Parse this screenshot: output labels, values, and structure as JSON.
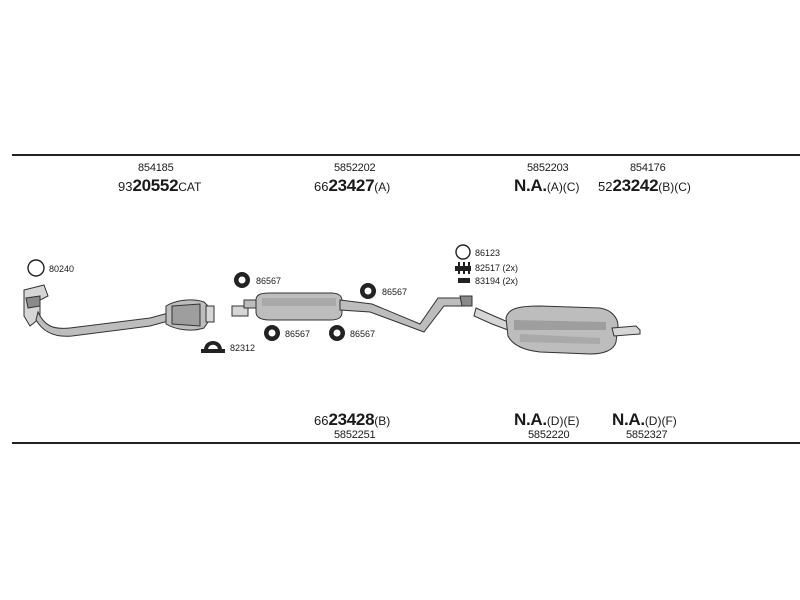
{
  "header_labels": [
    {
      "part": "854185",
      "prefix": "93",
      "code": "20552",
      "suffix": "CAT"
    },
    {
      "part": "5852202",
      "prefix": "66",
      "code": "23427",
      "suffix": "(A)"
    },
    {
      "part": "5852203",
      "prefix": "",
      "code": "N.A.",
      "suffix": "(A)(C)"
    },
    {
      "part": "854176",
      "prefix": "52",
      "code": "23242",
      "suffix": "(B)(C)"
    }
  ],
  "footer_labels": [
    {
      "part": "5852251",
      "prefix": "66",
      "code": "23428",
      "suffix": "(B)"
    },
    {
      "part": "5852220",
      "prefix": "",
      "code": "N.A.",
      "suffix": "(D)(E)"
    },
    {
      "part": "5852327",
      "prefix": "",
      "code": "N.A.",
      "suffix": "(D)(F)"
    }
  ],
  "hardware": {
    "gasket_front": "80240",
    "hanger_1": "86567",
    "hanger_2": "86567",
    "hanger_3": "86567",
    "hanger_4": "86567",
    "clamp": "82312",
    "ring_rear": "86123",
    "bolt_rear": "82517 (2x)",
    "nut_rear": "83194 (2x)"
  },
  "colors": {
    "line": "#222222",
    "part_fill": "#bdbdbd",
    "part_stroke": "#333333"
  }
}
